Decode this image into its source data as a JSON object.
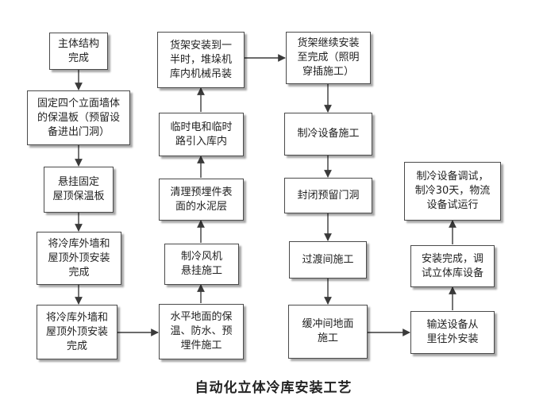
{
  "steps": {
    "s1": "主体结构\n完成",
    "s2": "固定四个立面墙体\n的保温板（预留设\n备进出门洞）",
    "s3": "悬挂固定\n屋顶保温板",
    "s4": "将冷库外墙和\n屋顶外顶安装\n完成",
    "s5": "将冷库外墙和\n屋顶外顶安装\n完成",
    "s6": "水平地面的保\n温、防水、预\n埋件施工",
    "s7": "制冷风机\n悬挂施工",
    "s8": "清理预埋件表\n面的水泥层",
    "s9": "临时电和临时\n路引入库内",
    "s10": "货架安装到一\n半时，堆垛机\n库内机械吊装",
    "s11": "货架继续安装\n至完成（照明\n穿插施工）",
    "s12": "制冷设备施工",
    "s13": "封闭预留门洞",
    "s14": "过渡间施工",
    "s15": "缓冲间地面\n施工",
    "s16": "输送设备从\n里往外安装",
    "s17": "安装完成，调\n试立体库设备",
    "s18": "制冷设备调试，\n制冷30天，物流\n设备试运行"
  },
  "caption": "自动化立体冷库安装工艺",
  "colors": {
    "box_border": "#4a4a4a",
    "connector": "#3a3a3a",
    "text": "#1f1f1f"
  }
}
